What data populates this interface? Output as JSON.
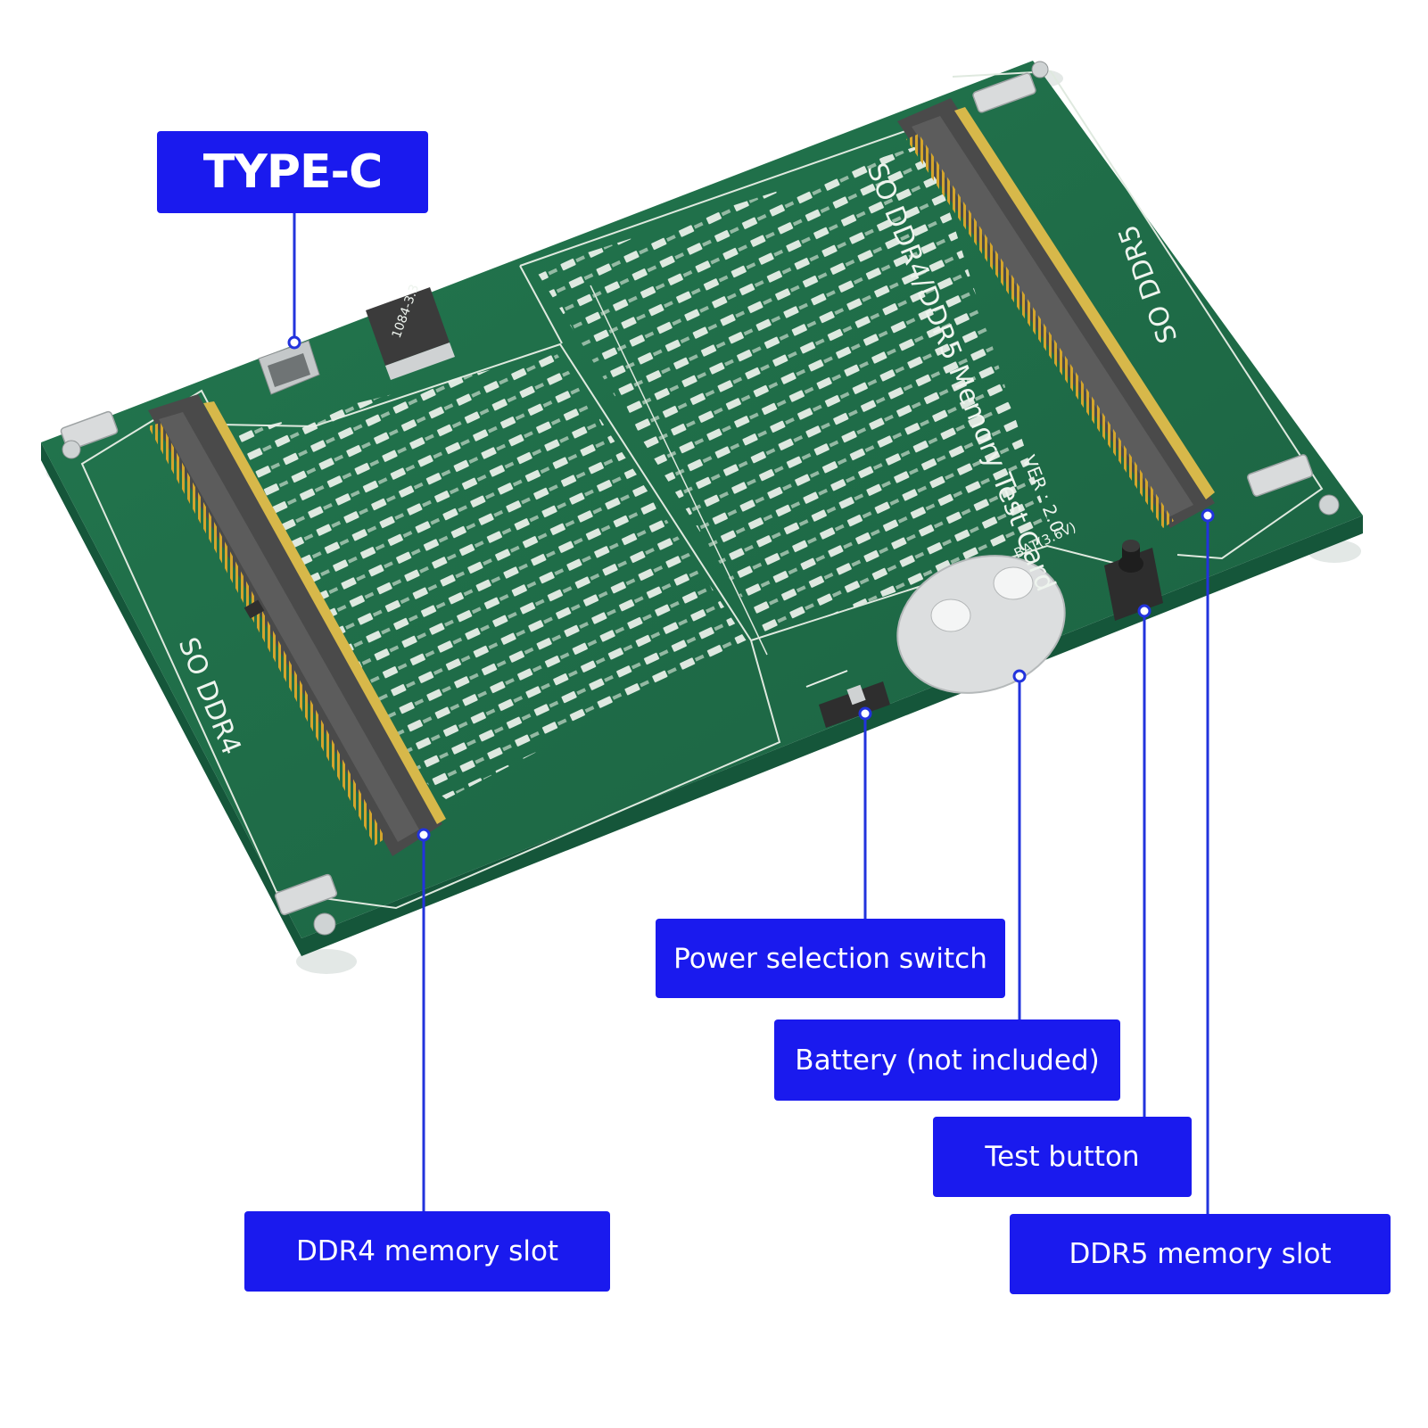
{
  "callouts": {
    "type_c": "TYPE-C",
    "power_switch": "Power selection switch",
    "battery": "Battery (not included)",
    "test_button": "Test button",
    "ddr4_slot": "DDR4 memory slot",
    "ddr5_slot": "DDR5 memory slot"
  },
  "board": {
    "title": "SO DDR4/DDR5 Memory Test Card",
    "version": "VER : 2.0",
    "ddr4_label": "SO DDR4",
    "ddr5_label": "SO DDR5",
    "regulator_marking": "1084-3.3",
    "battery_marking": "BAT(3.6V)"
  },
  "colors": {
    "pcb_green": "#1f6b47",
    "callout_blue": "#1a1aee",
    "leader_line": "#2233dd",
    "connector_gray": "#555555",
    "gold_pins": "#c99a25"
  }
}
